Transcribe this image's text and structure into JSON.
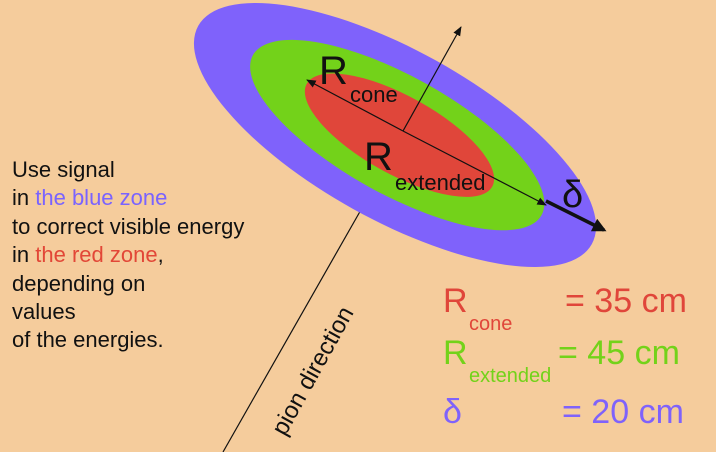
{
  "colors": {
    "background": "#f5cc9c",
    "blue_zone": "#7f62fb",
    "green_zone": "#73d21a",
    "red_zone": "#e0463a",
    "ink": "#111111"
  },
  "note": {
    "line1": "Use  signal",
    "line2_prefix": "in ",
    "line2_highlight": "the blue zone",
    "line3": "to correct visible energy",
    "line4_prefix": "in ",
    "line4_highlight": "the red zone",
    "line4_suffix": ",",
    "line5": "depending on",
    "line6": "values",
    "line7": "of the energies."
  },
  "diagram": {
    "r_cone_main": "R",
    "r_cone_sub": "cone",
    "r_extended_main": "R",
    "r_extended_sub": "extended",
    "delta": "δ",
    "pion_direction": "pion direction"
  },
  "legend": {
    "r_cone": {
      "main": "R",
      "sub": "cone",
      "value": "= 35 cm"
    },
    "r_extended": {
      "main": "R",
      "sub": "extended",
      "value": "= 45 cm"
    },
    "delta": {
      "main": "δ",
      "value": "= 20 cm"
    }
  }
}
